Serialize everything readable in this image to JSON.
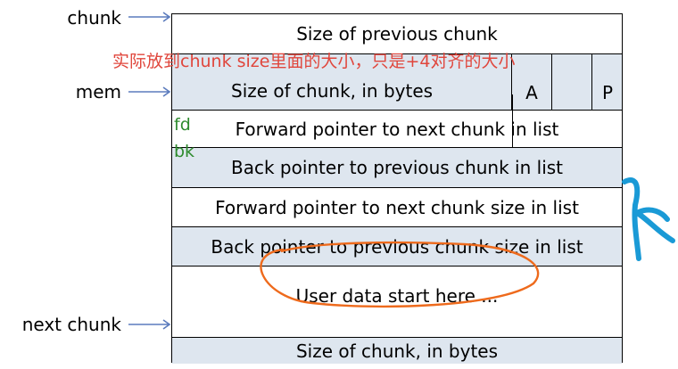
{
  "pointers": {
    "chunk": "chunk",
    "mem": "mem",
    "next_chunk": "next chunk"
  },
  "rows": {
    "prev_size": "Size of previous chunk",
    "size": "Size of chunk, in bytes",
    "fd": "Forward pointer to next chunk in list",
    "bk": "Back pointer to previous chunk in list",
    "fd_nextsize": "Forward pointer to next chunk size in list",
    "bk_nextsize": "Back pointer to previous chunk size in list",
    "user_data": "User data start here ...",
    "next_size": "Size of chunk, in bytes"
  },
  "bits": {
    "a": "A",
    "m": "",
    "p": "P"
  },
  "notes": {
    "fd": "fd",
    "bk": "bk",
    "size_annotation": "实际放到chunk size里面的大小，只是+4对齐的大小"
  },
  "colors": {
    "row_shade": "#dee6ef",
    "arrow": "#5b7bbd",
    "annotation": "#e0463c",
    "green_note": "#2e8b2e",
    "circle": "#ee6a1c",
    "squiggle": "#1a9ad6"
  }
}
